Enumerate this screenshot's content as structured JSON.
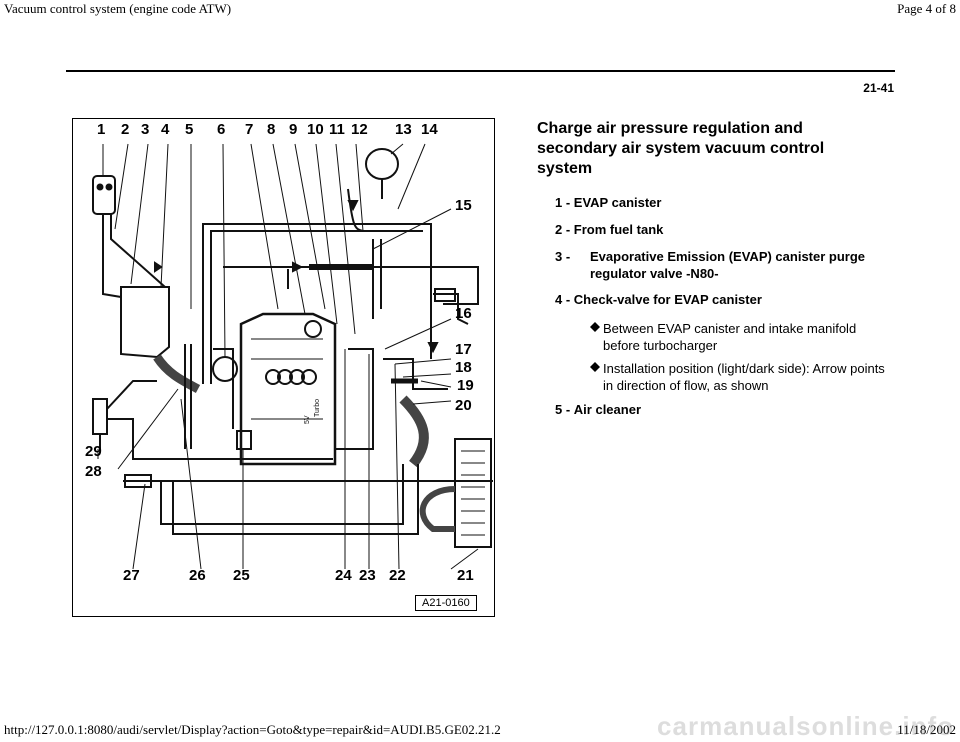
{
  "header": {
    "title": "Vacuum control system (engine code ATW)",
    "page": "Page 4 of 8"
  },
  "page_number": "21-41",
  "figure": {
    "id": "A21-0160",
    "top_labels": [
      "1",
      "2",
      "3",
      "4",
      "5",
      "6",
      "7",
      "8",
      "9",
      "10",
      "11",
      "12",
      "13",
      "14"
    ],
    "right_labels": [
      "15",
      "16",
      "17",
      "18",
      "19",
      "20"
    ],
    "bottom_labels": [
      "27",
      "26",
      "25",
      "24",
      "23",
      "22",
      "21"
    ],
    "left_labels": [
      "29",
      "28"
    ],
    "engine_text": [
      "5V",
      "Turbo"
    ]
  },
  "section": {
    "heading": "Charge air pressure regulation and secondary air system vacuum control system",
    "items": [
      {
        "num": "1 -",
        "text": "EVAP canister"
      },
      {
        "num": "2 -",
        "text": "From fuel tank"
      },
      {
        "num": "3 -",
        "text": "Evaporative Emission (EVAP) canister purge regulator valve -N80-"
      },
      {
        "num": "4 -",
        "text": "Check-valve for EVAP canister",
        "bullets": [
          "Between EVAP canister and intake manifold before turbocharger",
          "Installation position (light/dark side): Arrow points in direction of flow, as shown"
        ]
      },
      {
        "num": "5 -",
        "text": "Air cleaner"
      }
    ]
  },
  "footer": {
    "url": "http://127.0.0.1:8080/audi/servlet/Display?action=Goto&type=repair&id=AUDI.B5.GE02.21.2",
    "date": "11/18/2002",
    "watermark": "carmanualsonline.info"
  },
  "colors": {
    "text": "#000000",
    "background": "#ffffff"
  }
}
